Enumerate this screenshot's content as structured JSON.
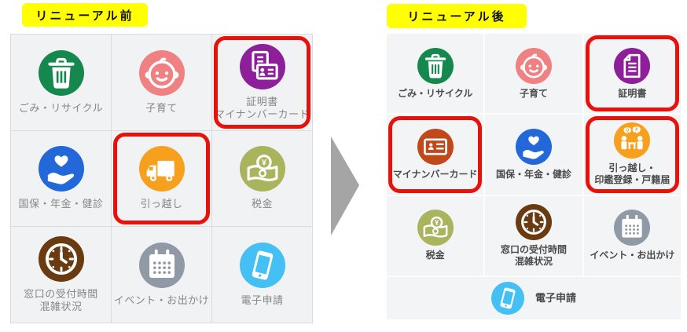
{
  "colors": {
    "highlight": "#e8120c",
    "arrow": "#a5a5a5",
    "title_bg": "#ffff00",
    "title_text": "#111111",
    "grid_line_before": "#d9dbde",
    "cell_before": "#f1f2f4",
    "grid_line_after": "#fdfdfe",
    "cell_after": "#f3f4f6",
    "label_before": "#868686",
    "label_after": "#4a4a4a"
  },
  "before_panel": {
    "title": "リニューアル前",
    "tiles": [
      {
        "label": "ごみ・リサイクル",
        "icon": "trash-icon",
        "color": "#15884e",
        "highlighted": false
      },
      {
        "label": "子育て",
        "icon": "baby-icon",
        "color": "#f08182",
        "highlighted": false
      },
      {
        "label": "証明書\nマイナンバーカード",
        "icon": "certificate-mynumber-icon",
        "color": "#8e1f9b",
        "highlighted": true
      },
      {
        "label": "国保・年金・健診",
        "icon": "heart-hand-icon",
        "color": "#2368d9",
        "highlighted": false
      },
      {
        "label": "引っ越し",
        "icon": "truck-icon",
        "color": "#f6a01e",
        "highlighted": true
      },
      {
        "label": "税金",
        "icon": "money-icon",
        "color": "#a9b45c",
        "highlighted": false
      },
      {
        "label": "窓口の受付時間\n混雑状況",
        "icon": "clock-icon",
        "color": "#6a3b10",
        "highlighted": false
      },
      {
        "label": "イベント・お出かけ",
        "icon": "calendar-icon",
        "color": "#8f9aa6",
        "highlighted": false
      },
      {
        "label": "電子申請",
        "icon": "smartphone-icon",
        "color": "#45c0f4",
        "highlighted": false
      }
    ]
  },
  "after_panel": {
    "title": "リニューアル後",
    "tiles": [
      {
        "label": "ごみ・リサイクル",
        "icon": "trash-icon",
        "color": "#15884e",
        "highlighted": false
      },
      {
        "label": "子育て",
        "icon": "baby-icon",
        "color": "#f08182",
        "highlighted": false
      },
      {
        "label": "証明書",
        "icon": "document-icon",
        "color": "#8e1f9b",
        "highlighted": true
      },
      {
        "label": "マイナンバーカード",
        "icon": "id-card-icon",
        "color": "#c1481b",
        "highlighted": true
      },
      {
        "label": "国保・年金・健診",
        "icon": "heart-hand-icon",
        "color": "#2368d9",
        "highlighted": false
      },
      {
        "label": "引っ越し・\n印鑑登録・戸籍届",
        "icon": "consultation-desk-icon",
        "color": "#f6a01e",
        "highlighted": true
      },
      {
        "label": "税金",
        "icon": "money-icon",
        "color": "#a9b45c",
        "highlighted": false
      },
      {
        "label": "窓口の受付時間\n混雑状況",
        "icon": "clock-icon",
        "color": "#6a3b10",
        "highlighted": false
      },
      {
        "label": "イベント・お出かけ",
        "icon": "calendar-icon",
        "color": "#8f9aa6",
        "highlighted": false
      }
    ],
    "footer_tile": {
      "label": "電子申請",
      "icon": "smartphone-icon",
      "color": "#45c0f4"
    }
  }
}
